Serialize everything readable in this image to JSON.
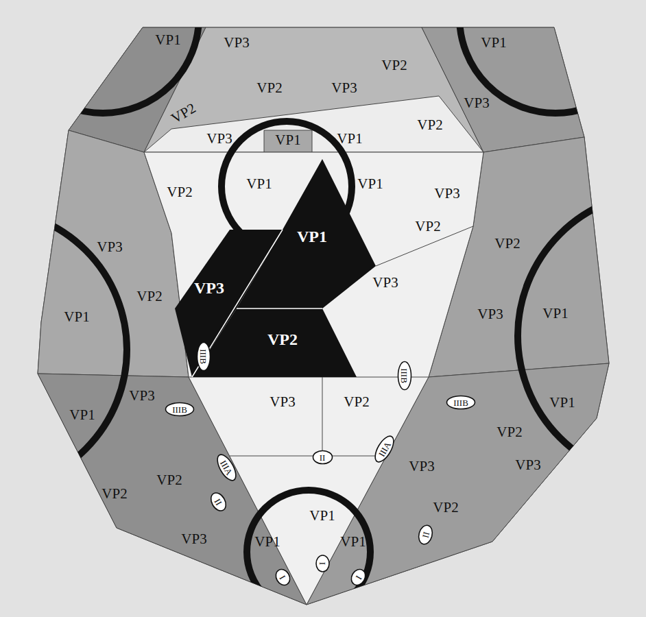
{
  "diagram": {
    "nodes": [
      {
        "text": [
          "IIIB"
        ]
      },
      {
        "text": [
          "IIIB"
        ]
      },
      {
        "text": [
          "IIIB"
        ]
      },
      {
        "text": [
          "IIIB"
        ]
      },
      {
        "text": [
          "IIIA"
        ]
      },
      {
        "text": [
          "II"
        ]
      },
      {
        "text": [
          "IIIA"
        ]
      },
      {
        "text": [
          "II"
        ]
      },
      {
        "text": [
          "II"
        ]
      },
      {
        "text": [
          "I"
        ]
      },
      {
        "text": [
          "I"
        ]
      },
      {
        "text": [
          "I"
        ]
      }
    ],
    "labels": [
      "VP1",
      "VP3",
      "VP1",
      "VP2",
      "VP2",
      "VP3",
      "VP2",
      "VP3",
      "VP2",
      "VP3",
      "VP1",
      "VP1",
      "VP1",
      "VP1",
      "VP2",
      "VP3",
      "VP1",
      "VP2",
      "VP2",
      "VP3",
      "VP3",
      "VP3",
      "VP2",
      "VP1",
      "VP3",
      "VP1",
      "VP2",
      "VP3",
      "VP3",
      "VP2",
      "VP1",
      "VP1",
      "VP2",
      "VP3",
      "VP3",
      "VP2",
      "VP2",
      "VP2",
      "VP1",
      "VP3",
      "VP1",
      "VP1"
    ]
  }
}
